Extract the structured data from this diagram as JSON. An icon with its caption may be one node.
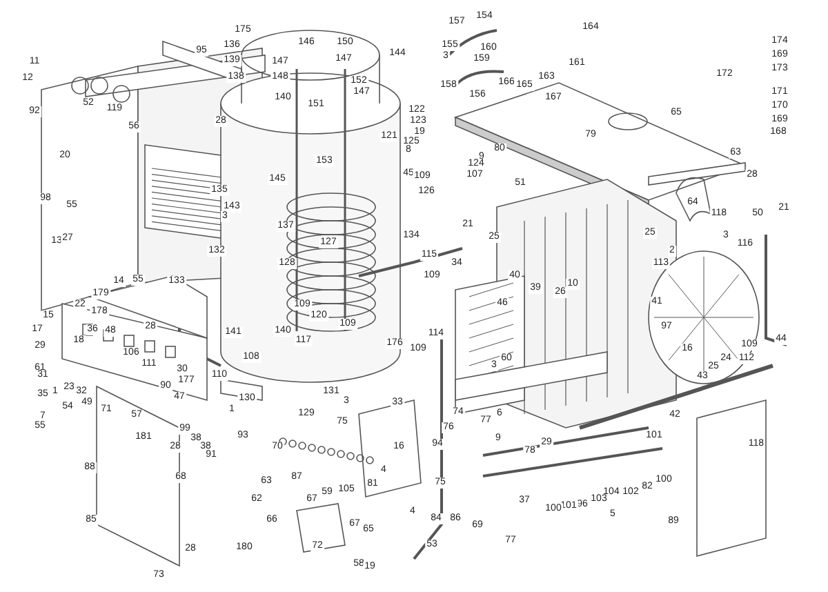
{
  "diagram": {
    "labels": [
      "11",
      "12",
      "92",
      "52",
      "119",
      "95",
      "175",
      "136",
      "139",
      "138",
      "28",
      "56",
      "20",
      "98",
      "55",
      "13",
      "27",
      "135",
      "143",
      "3",
      "132",
      "133",
      "14",
      "55",
      "146",
      "150",
      "147",
      "147",
      "148",
      "140",
      "151",
      "152",
      "147",
      "144",
      "157",
      "154",
      "155",
      "3",
      "160",
      "159",
      "158",
      "156",
      "166",
      "165",
      "161",
      "163",
      "164",
      "167",
      "172",
      "174",
      "169",
      "173",
      "171",
      "170",
      "169",
      "168",
      "65",
      "79",
      "121",
      "122",
      "123",
      "19",
      "125",
      "8",
      "9",
      "124",
      "107",
      "45",
      "109",
      "126",
      "80",
      "63",
      "28",
      "51",
      "153",
      "145",
      "137",
      "127",
      "128",
      "134",
      "21",
      "115",
      "25",
      "64",
      "50",
      "118",
      "3",
      "25",
      "21",
      "116",
      "2",
      "113",
      "34",
      "109",
      "40",
      "39",
      "10",
      "26",
      "179",
      "22",
      "15",
      "178",
      "28",
      "17",
      "36",
      "48",
      "41",
      "46",
      "109",
      "120",
      "140",
      "141",
      "109",
      "97",
      "114",
      "44",
      "18",
      "117",
      "176",
      "29",
      "109",
      "109",
      "16",
      "106",
      "108",
      "112",
      "24",
      "60",
      "111",
      "3",
      "25",
      "61",
      "30",
      "110",
      "31",
      "43",
      "177",
      "90",
      "23",
      "1",
      "131",
      "32",
      "35",
      "47",
      "130",
      "3",
      "33",
      "49",
      "54",
      "1",
      "71",
      "74",
      "129",
      "6",
      "42",
      "57",
      "7",
      "77",
      "75",
      "55",
      "76",
      "99",
      "101",
      "93",
      "181",
      "38",
      "9",
      "118",
      "94",
      "28",
      "38",
      "16",
      "70",
      "29",
      "78",
      "91",
      "88",
      "4",
      "68",
      "87",
      "100",
      "63",
      "75",
      "81",
      "82",
      "105",
      "59",
      "102",
      "104",
      "62",
      "67",
      "103",
      "37",
      "96",
      "101",
      "100",
      "4",
      "5",
      "85",
      "66",
      "84",
      "86",
      "89",
      "67",
      "69",
      "65",
      "77",
      "53",
      "72",
      "180",
      "28",
      "58",
      "19",
      "73"
    ]
  }
}
